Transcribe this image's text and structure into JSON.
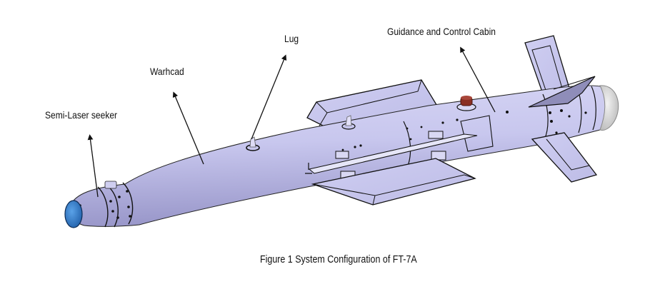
{
  "figure": {
    "caption": "Figure 1 System Configuration of FT-7A",
    "subject": "FT-7A guided bomb",
    "labels": {
      "seeker": "Semi-Laser seeker",
      "warhead": "Warhcad",
      "lug": "Lug",
      "guidance": "Guidance and Control Cabin"
    },
    "colors": {
      "body": "#c9c8ee",
      "body_shadow": "#9d9bcf",
      "fin": "#c4c3eb",
      "seeker_dome": "#2f78c9",
      "lug_cap": "#8a2f22",
      "outline": "#111111"
    }
  }
}
